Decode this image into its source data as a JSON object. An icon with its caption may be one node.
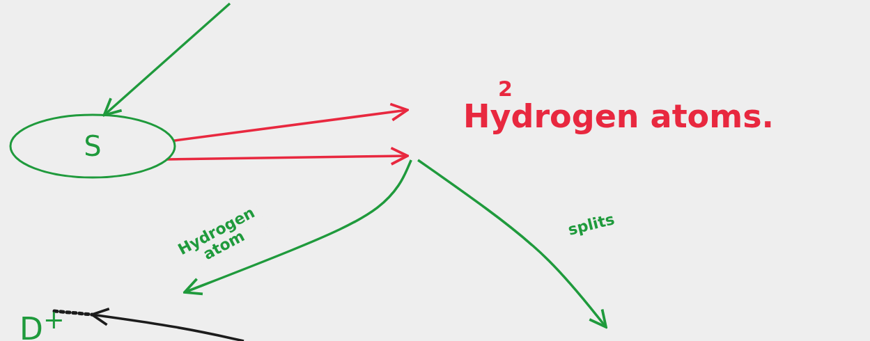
{
  "diagram": {
    "nodes": [
      {
        "text": [
          "S"
        ]
      },
      {
        "text": [
          "2",
          "Hydrogen atoms."
        ]
      },
      {
        "text": [
          "D$^{+}$"
        ]
      }
    ],
    "edges": [
      {
        "from": null,
        "to": 0,
        "arrow": "to"
      },
      {
        "from": 0,
        "to": 1,
        "arrow": "to",
        "color": "#e8283f"
      },
      {
        "from": 0,
        "to": 1,
        "arrow": "to",
        "color": "#e8283f"
      },
      {
        "from": 1,
        "to": null,
        "arrow": "to",
        "label": "splits"
      },
      {
        "from": 1,
        "to": null,
        "arrow": "to",
        "label": "Hydrogen atom"
      },
      {
        "from": null,
        "to": 2,
        "arrow": "to",
        "color": "#1c1c1c"
      }
    ]
  }
}
